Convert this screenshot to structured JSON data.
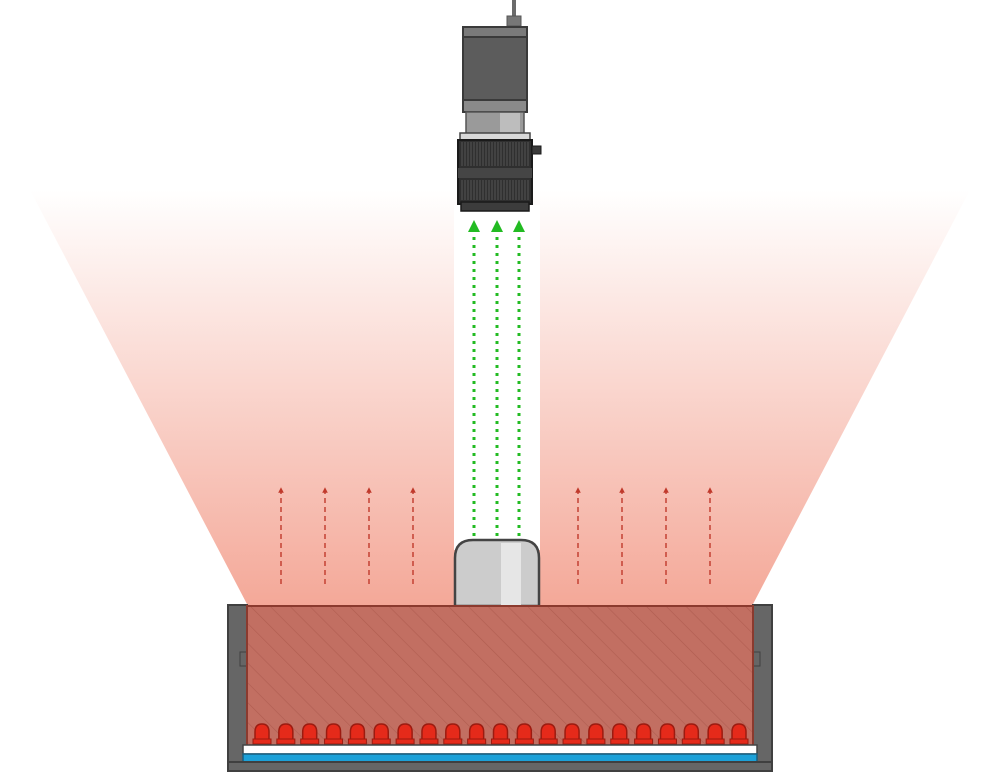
{
  "colors": {
    "background": "#ffffff",
    "light_cone": "#f4a898",
    "reflected_rays": "#22bb22",
    "emitted_rays": "#c0392b",
    "diffuser_fill": "#c26f62",
    "diffuser_border": "#8b3a2e",
    "housing": "#666666",
    "led": "#e52a1a",
    "led_border": "#9c1b10",
    "pcb_blue": "#1da1d8",
    "camera_body": "#5c5c5c",
    "lens_barrel": "#2f2f2f",
    "sample_part": "#cccccc"
  },
  "diagram": {
    "components": [
      {
        "id": "camera",
        "icon": "machine-vision-camera-icon"
      },
      {
        "id": "lens",
        "icon": "camera-lens-icon"
      },
      {
        "id": "sample",
        "icon": "sample-part-icon"
      },
      {
        "id": "light",
        "icon": "led-backlight-icon"
      }
    ],
    "led_count": 21,
    "upward_ray_count": 8,
    "reflected_ray_count": 3
  }
}
